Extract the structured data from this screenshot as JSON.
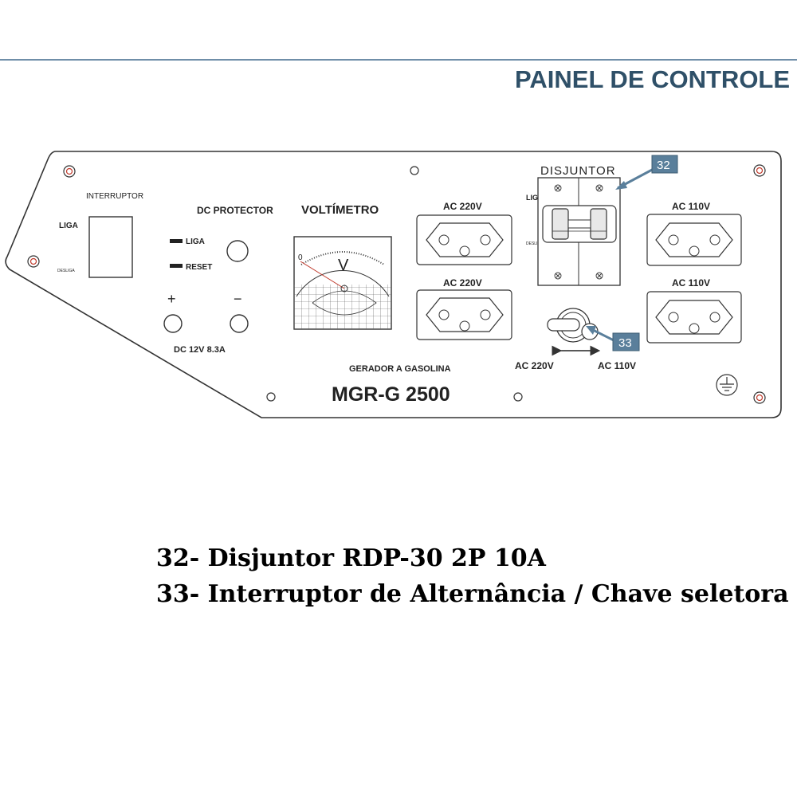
{
  "header": {
    "title": "PAINEL DE CONTROLE"
  },
  "panel": {
    "interruptor": {
      "title": "INTERRUPTOR",
      "on_label": "LIGA",
      "off_label": "DESLIGA"
    },
    "dc_protector": {
      "title": "DC PROTECTOR",
      "liga_label": "LIGA",
      "reset_label": "RESET",
      "plus": "+",
      "minus": "−",
      "rating": "DC 12V 8.3A"
    },
    "voltmeter": {
      "title": "VOLTÍMETRO",
      "scale_zero": "0",
      "needle_mark": "V"
    },
    "outlets": {
      "top_220": "AC 220V",
      "bottom_220": "AC 220V",
      "top_110": "AC 110V",
      "bottom_110": "AC 110V"
    },
    "disjuntor": {
      "title": "DISJUNTOR",
      "liga_label": "LIGA",
      "desliga_label": "DESLIGA"
    },
    "selector": {
      "left_label": "AC 220V",
      "right_label": "AC 110V"
    },
    "callouts": {
      "c32": "32",
      "c33": "33"
    },
    "model": {
      "subtitle": "GERADOR A GASOLINA",
      "name": "MGR-G 2500"
    }
  },
  "legend": {
    "item32": "32- Disjuntor RDP-30 2P 10A",
    "item33": "33- Interruptor de Alternância / Chave seletora"
  },
  "colors": {
    "title": "#2f5068",
    "rule": "#6f8ea8",
    "callout": "#5a7f9b",
    "screw": "#c0392b"
  }
}
